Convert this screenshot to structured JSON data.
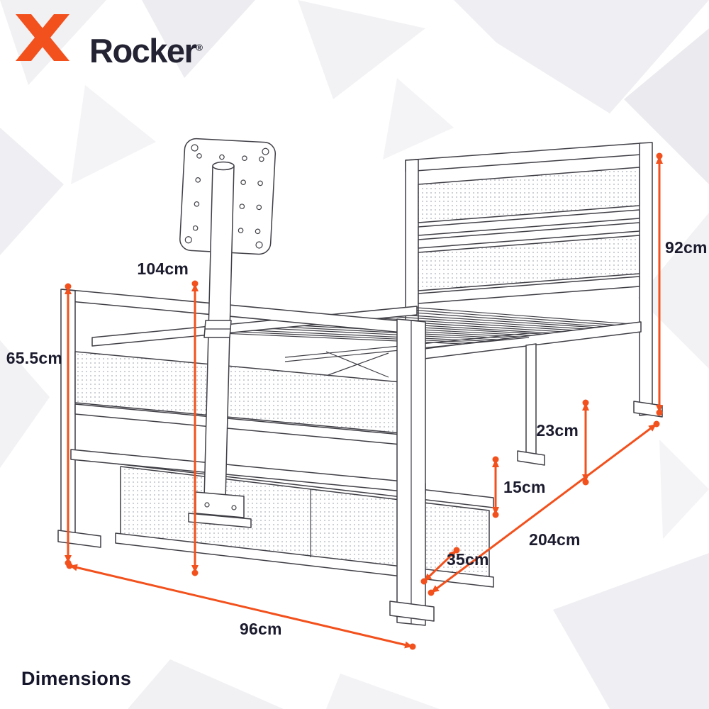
{
  "brand": {
    "mark": "X",
    "name": "Rocker",
    "registered": "®"
  },
  "title": "Dimensions",
  "colors": {
    "accent": "#F2511D",
    "ink": "#1B1B2E",
    "line_art": "#3F3F46"
  },
  "dimensions": {
    "tv_mount_height": "104cm",
    "headboard_height": "92cm",
    "footboard_height": "65.5cm",
    "base_height": "23cm",
    "storage_height": "15cm",
    "storage_depth": "35cm",
    "bed_length": "204cm",
    "bed_width": "96cm"
  }
}
